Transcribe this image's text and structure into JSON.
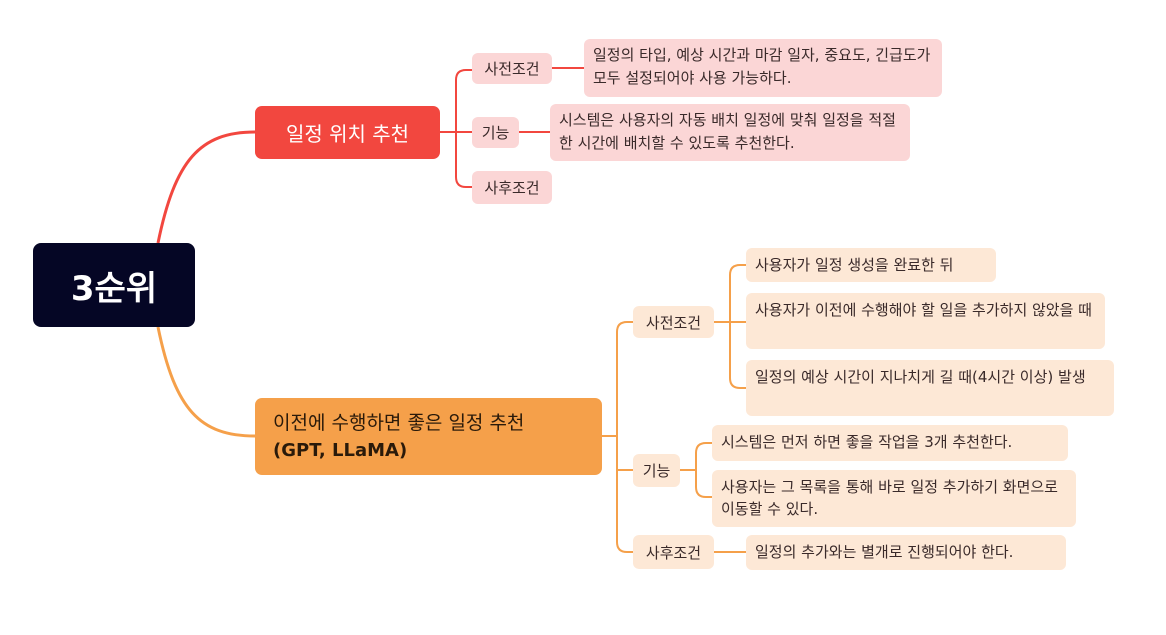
{
  "root": {
    "label": "3순위"
  },
  "branch1": {
    "title": "일정 위치 추천",
    "pre_label": "사전조건",
    "pre_text": "일정의 타입, 예상 시간과 마감 일자, 중요도, 긴급도가 모두 설정되어야 사용 가능하다.",
    "func_label": "기능",
    "func_text": "시스템은 사용자의 자동 배치 일정에 맞춰 일정을 적절한 시간에 배치할 수 있도록 추천한다.",
    "post_label": "사후조건"
  },
  "branch2": {
    "title": "이전에 수행하면 좋은 일정 추천",
    "subtitle": "(GPT, LLaMA)",
    "pre_label": "사전조건",
    "pre_items": [
      "사용자가 일정 생성을 완료한 뒤",
      "사용자가 이전에 수행해야 할 일을 추가하지 않았을 때",
      "일정의 예상 시간이 지나치게 길 때(4시간 이상) 발생"
    ],
    "func_label": "기능",
    "func_items": [
      "시스템은 먼저 하면 좋을 작업을 3개 추천한다.",
      "사용자는 그 목록을 통해 바로 일정 추가하기 화면으로 이동할 수 있다."
    ],
    "post_label": "사후조건",
    "post_text": "일정의 추가와는 별개로 진행되어야 한다."
  },
  "colors": {
    "root": "#050625",
    "branch1": "#f2473f",
    "branch2": "#f5a04a",
    "leaf_red": "#fbd6d6",
    "leaf_orange": "#fde8d6"
  }
}
